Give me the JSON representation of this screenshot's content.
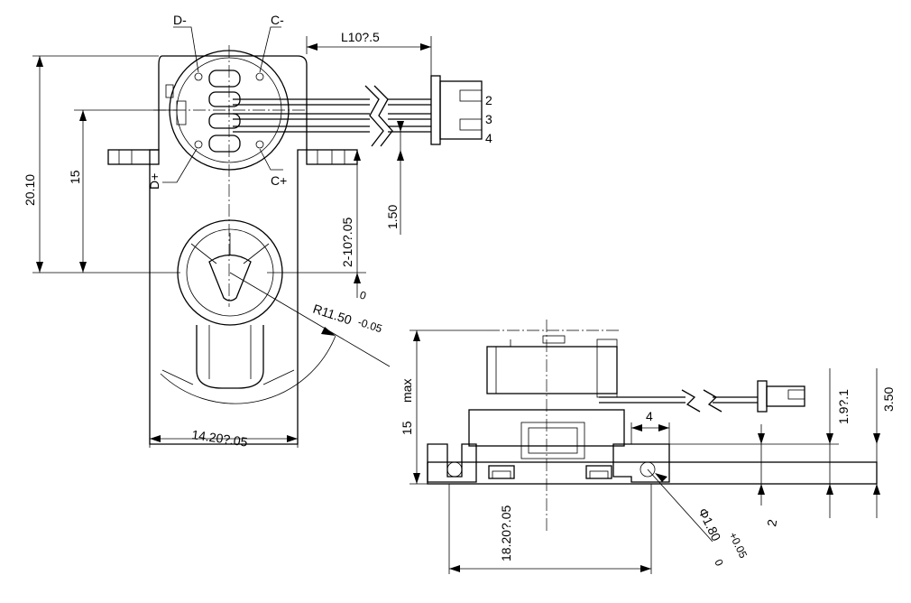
{
  "top_view": {
    "label_d_minus": "D-",
    "label_c_minus": "C-",
    "label_d_plus": "D+",
    "label_c_plus": "C+",
    "dim_lead_length": "L10?.5",
    "dim_height_total": "20.10",
    "dim_height_15": "15",
    "dim_pitch": "2-10?.05",
    "dim_pin_offset": "1.50",
    "dim_radius_main": "R11.50",
    "dim_radius_tol_upper": "0",
    "dim_radius_tol_lower": "-0.05",
    "dim_width": "14.20?.05",
    "pin_numbers": [
      "2",
      "3",
      "4"
    ]
  },
  "side_view": {
    "dim_max_height": "15",
    "dim_max_label": "max",
    "dim_tab_width": "4",
    "dim_hole_offset": "1.9?.1",
    "dim_total_height": "3.50",
    "dim_base_thickness": "2",
    "dim_bottom_width": "18.20?.05",
    "dim_hole_dia": "Φ1.80",
    "dim_hole_tol_lower": "0",
    "dim_hole_tol_upper": "+0.05"
  }
}
